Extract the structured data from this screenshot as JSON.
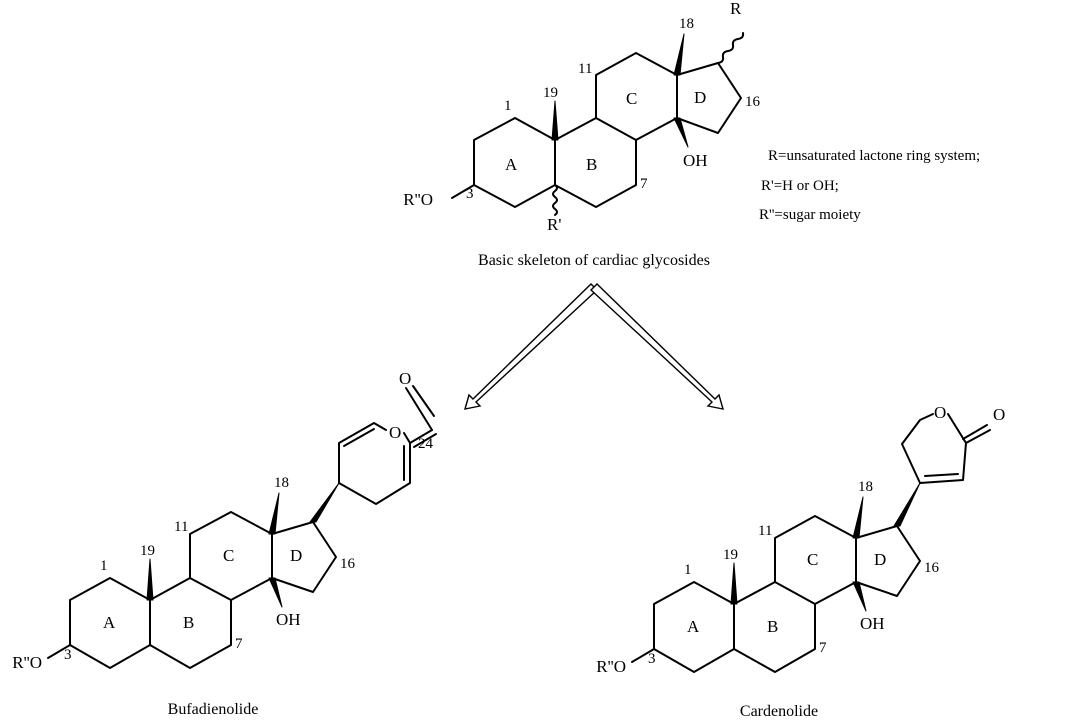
{
  "skeleton": {
    "caption": "Basic skeleton of cardiac glycosides",
    "legend": [
      "R=unsaturated lactone ring system;",
      "R'=H or OH;",
      "R''=sugar moiety"
    ],
    "substituents": {
      "r": "R",
      "r_prime": "R'",
      "r_dprime": "R''O",
      "oh": "OH"
    },
    "ring_labels": {
      "a": "A",
      "b": "B",
      "c": "C",
      "d": "D"
    },
    "numbers": {
      "n1": "1",
      "n3": "3",
      "n7": "7",
      "n11": "11",
      "n16": "16",
      "n18": "18",
      "n19": "19"
    }
  },
  "bufadienolide": {
    "caption": "Bufadienolide",
    "substituents": {
      "r_dprime": "R''O",
      "oh": "OH",
      "ring_o": "O",
      "carbonyl_o": "O"
    },
    "ring_labels": {
      "a": "A",
      "b": "B",
      "c": "C",
      "d": "D"
    },
    "numbers": {
      "n1": "1",
      "n3": "3",
      "n7": "7",
      "n11": "11",
      "n16": "16",
      "n18": "18",
      "n19": "19",
      "n24": "24"
    }
  },
  "cardenolide": {
    "caption": "Cardenolide",
    "substituents": {
      "r_dprime": "R''O",
      "oh": "OH",
      "ring_o": "O",
      "carbonyl_o": "O"
    },
    "ring_labels": {
      "a": "A",
      "b": "B",
      "c": "C",
      "d": "D"
    },
    "numbers": {
      "n1": "1",
      "n3": "3",
      "n7": "7",
      "n11": "11",
      "n16": "16",
      "n18": "18",
      "n19": "19"
    }
  }
}
